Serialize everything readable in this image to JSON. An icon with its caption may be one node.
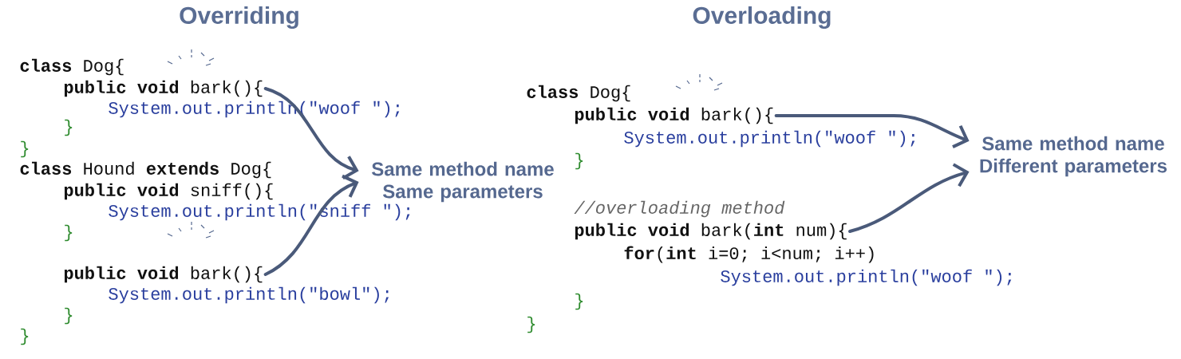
{
  "diagram": {
    "nodes": [
      {
        "text": [
          "**public** **void** bark(){"
        ]
      },
      {
        "text": [
          "**public** **void** bark(){"
        ]
      },
      {
        "text": [
          "Same method name Same parameters"
        ]
      },
      {
        "text": [
          "**public** **void** bark(){"
        ]
      },
      {
        "text": [
          "**public** **void** bark(**int** num){"
        ]
      },
      {
        "text": [
          "Same method name Different parameters"
        ]
      }
    ],
    "edges": [
      {
        "from": 0,
        "to": 2,
        "arrow": "to"
      },
      {
        "from": 1,
        "to": 2,
        "arrow": "to"
      },
      {
        "from": 3,
        "to": 5,
        "arrow": "to"
      },
      {
        "from": 4,
        "to": 5,
        "arrow": "to"
      }
    ],
    "labels": [
      "Overriding",
      "Overloading",
      "**class** Dog{",
      "System.out.println(\"woof \");",
      "}",
      "}",
      "**class** Hound **extends** Dog{",
      "**public** **void** sniff(){",
      "System.out.println(\"sniff \");",
      "}",
      "System.out.println(\"bowl\");",
      "}",
      "}",
      "**class** Dog{",
      "System.out.println(\"woof \");",
      "}",
      "//overloading method",
      "**for**(**int** i=0; i<num; i++)",
      "System.out.println(\"woof \");",
      "}",
      "}"
    ]
  }
}
